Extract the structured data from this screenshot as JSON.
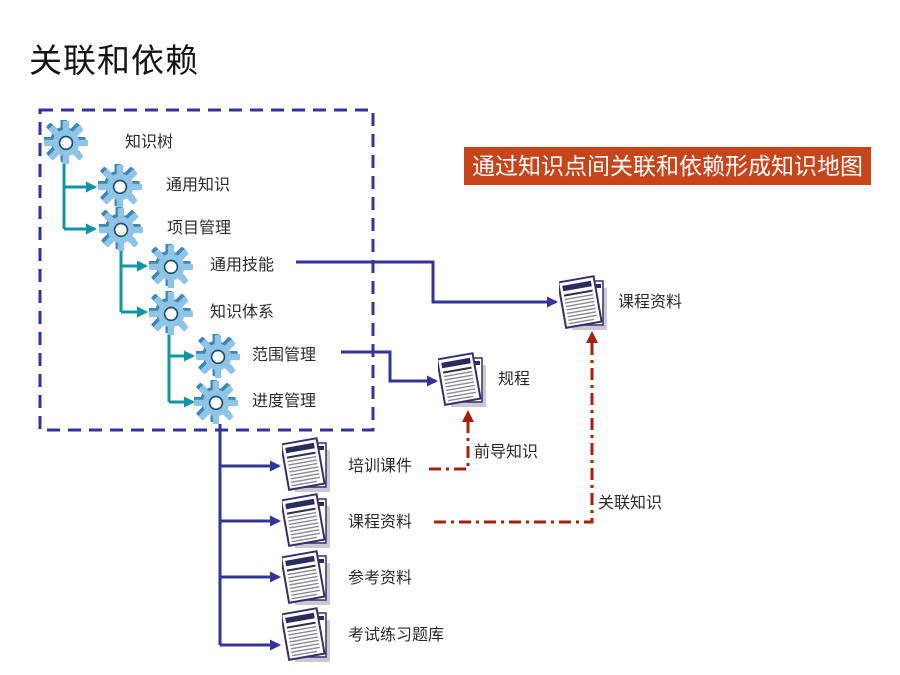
{
  "title": "关联和依赖",
  "banner": {
    "text": "通过知识点间关联和依赖形成知识地图",
    "bg_color": "#C8451C",
    "text_color": "#FFFFFF"
  },
  "knowledge_tree": {
    "nodes": [
      {
        "id": "knowledge-tree",
        "label": "知识树",
        "level": 0
      },
      {
        "id": "general-knowledge",
        "label": "通用知识",
        "level": 1
      },
      {
        "id": "project-management",
        "label": "项目管理",
        "level": 1
      },
      {
        "id": "general-skills",
        "label": "通用技能",
        "level": 2
      },
      {
        "id": "knowledge-system",
        "label": "知识体系",
        "level": 2
      },
      {
        "id": "scope-management",
        "label": "范围管理",
        "level": 3
      },
      {
        "id": "schedule-management",
        "label": "进度管理",
        "level": 3
      }
    ]
  },
  "documents": [
    {
      "id": "course-material-top",
      "label": "课程资料"
    },
    {
      "id": "regulation",
      "label": "规程"
    },
    {
      "id": "training-courseware",
      "label": "培训课件"
    },
    {
      "id": "course-material",
      "label": "课程资料"
    },
    {
      "id": "reference-material",
      "label": "参考资料"
    },
    {
      "id": "exam-question-bank",
      "label": "考试练习题库"
    }
  ],
  "relations": {
    "prerequisite_label": "前导知识",
    "related_label": "关联知识"
  },
  "colors": {
    "tree_connector_teal": "#0F96A0",
    "link_navy": "#333399",
    "dashed_box_navy": "#333399",
    "relation_red": "#A6200F",
    "gear_light_blue": "#8FC4E6",
    "gear_dark_blue": "#3E86B6",
    "doc_border_indigo": "#3A2E6E"
  }
}
